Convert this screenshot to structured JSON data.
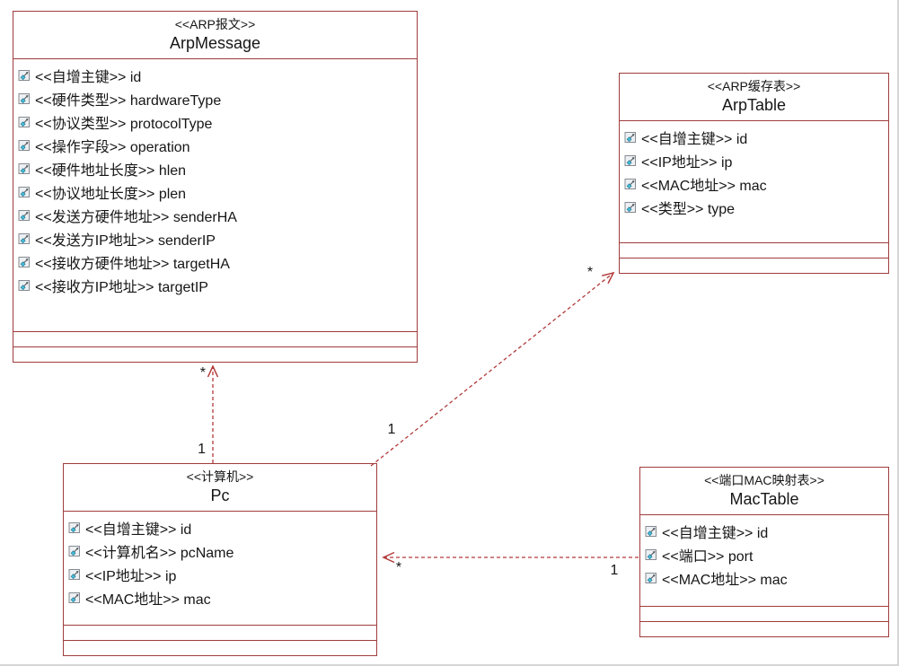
{
  "colors": {
    "border": "#a03c3c",
    "line": "#b23a3a",
    "text": "#161616",
    "background": "#ffffff"
  },
  "classes": [
    {
      "key": "arp-message",
      "stereotype": "<<ARP报文>>",
      "name": "ArpMessage",
      "attributes": [
        "<<自增主键>> id",
        "<<硬件类型>> hardwareType",
        "<<协议类型>> protocolType",
        "<<操作字段>> operation",
        "<<硬件地址长度>> hlen",
        "<<协议地址长度>> plen",
        "<<发送方硬件地址>> senderHA",
        "<<发送方IP地址>> senderIP",
        "<<接收方硬件地址>> targetHA",
        "<<接收方IP地址>> targetIP"
      ]
    },
    {
      "key": "arp-table",
      "stereotype": "<<ARP缓存表>>",
      "name": "ArpTable",
      "attributes": [
        "<<自增主键>> id",
        "<<IP地址>> ip",
        "<<MAC地址>> mac",
        "<<类型>> type"
      ]
    },
    {
      "key": "pc",
      "stereotype": "<<计算机>>",
      "name": "Pc",
      "attributes": [
        "<<自增主键>> id",
        "<<计算机名>> pcName",
        "<<IP地址>> ip",
        "<<MAC地址>> mac"
      ]
    },
    {
      "key": "mac-table",
      "stereotype": "<<端口MAC映射表>>",
      "name": "MacTable",
      "attributes": [
        "<<自增主键>> id",
        "<<端口>> port",
        "<<MAC地址>> mac"
      ]
    }
  ],
  "associations": [
    {
      "from": "Pc",
      "to": "ArpMessage",
      "from_multiplicity": "1",
      "to_multiplicity": "*"
    },
    {
      "from": "Pc",
      "to": "ArpTable",
      "from_multiplicity": "1",
      "to_multiplicity": "*"
    },
    {
      "from": "MacTable",
      "to": "Pc",
      "from_multiplicity": "1",
      "to_multiplicity": "*"
    }
  ]
}
